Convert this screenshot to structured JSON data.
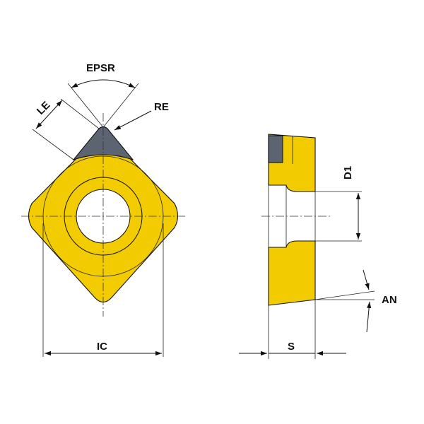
{
  "colors": {
    "insert_body": "#f2cc00",
    "cutting_tip": "#5b6470",
    "line": "#111111",
    "background": "#ffffff"
  },
  "labels": {
    "epsr": "EPSR",
    "re": "RE",
    "le": "LE",
    "ic": "IC",
    "d1": "D1",
    "an": "AN",
    "s": "S"
  }
}
